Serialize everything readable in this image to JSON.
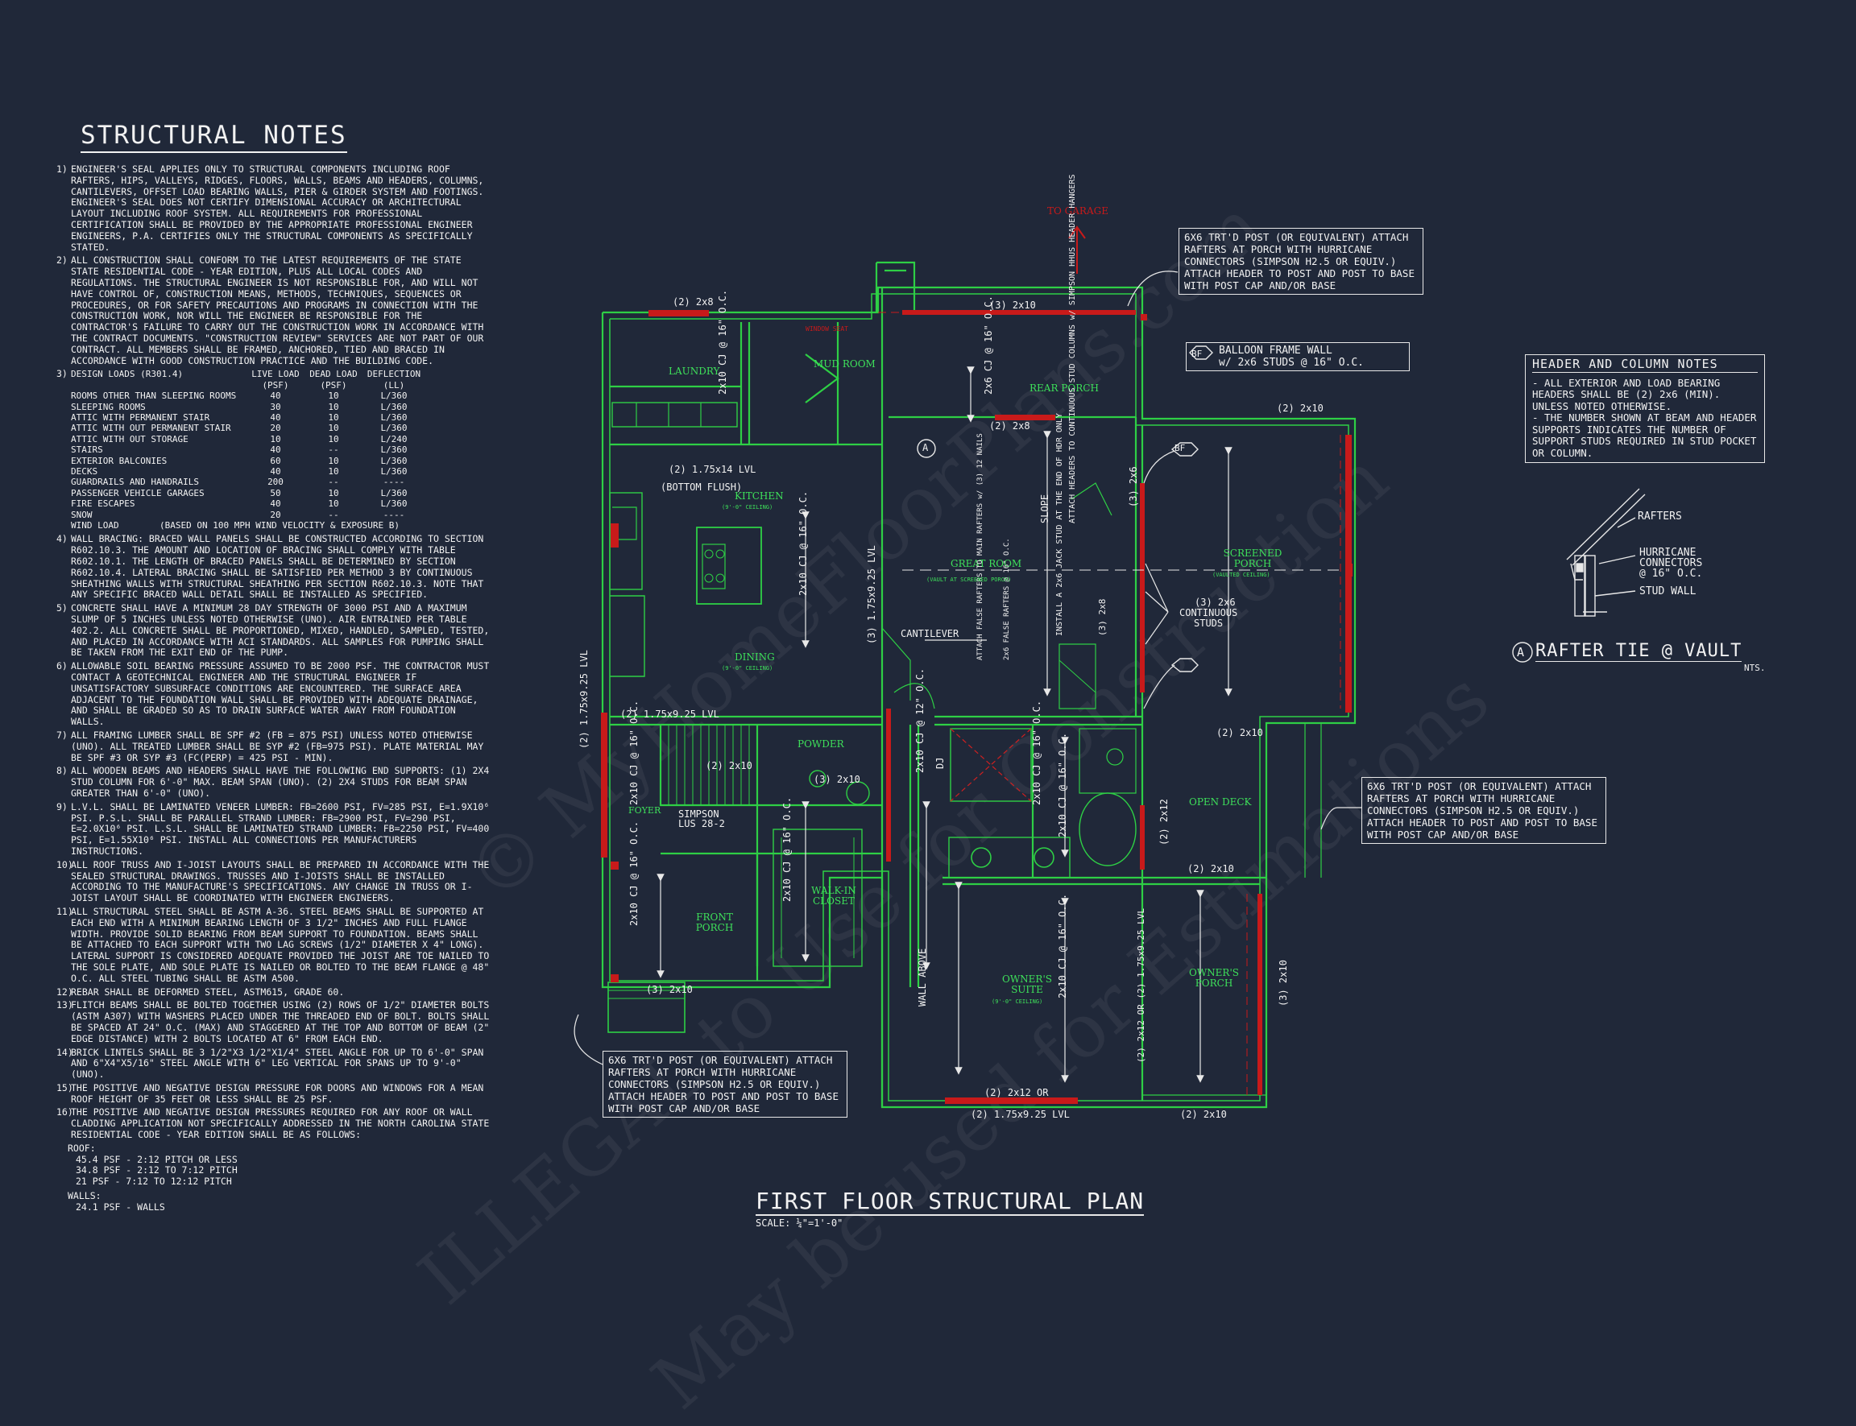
{
  "notes_title": "STRUCTURAL NOTES",
  "notes": [
    {
      "num": "1)",
      "text": "ENGINEER'S SEAL APPLIES ONLY TO STRUCTURAL COMPONENTS INCLUDING ROOF RAFTERS, HIPS, VALLEYS, RIDGES, FLOORS, WALLS, BEAMS AND HEADERS, COLUMNS, CANTILEVERS, OFFSET LOAD BEARING WALLS, PIER & GIRDER SYSTEM AND FOOTINGS. ENGINEER'S SEAL DOES NOT CERTIFY DIMENSIONAL ACCURACY OR ARCHITECTURAL LAYOUT INCLUDING ROOF SYSTEM. ALL REQUIREMENTS FOR PROFESSIONAL CERTIFICATION SHALL BE PROVIDED BY THE APPROPRIATE PROFESSIONAL ENGINEER ENGINEERS, P.A. CERTIFIES ONLY THE STRUCTURAL COMPONENTS AS SPECIFICALLY STATED."
    },
    {
      "num": "2)",
      "text": "ALL CONSTRUCTION SHALL CONFORM TO THE LATEST REQUIREMENTS OF THE STATE STATE RESIDENTIAL CODE - YEAR EDITION, PLUS ALL LOCAL CODES AND REGULATIONS. THE STRUCTURAL ENGINEER IS NOT RESPONSIBLE FOR, AND WILL NOT HAVE CONTROL OF, CONSTRUCTION MEANS, METHODS, TECHNIQUES, SEQUENCES OR PROCEDURES, OR FOR SAFETY PRECAUTIONS AND PROGRAMS IN CONNECTION WITH THE CONSTRUCTION WORK, NOR WILL THE ENGINEER BE RESPONSIBLE FOR THE CONTRACTOR'S FAILURE TO CARRY OUT THE CONSTRUCTION WORK IN ACCORDANCE WITH THE CONTRACT DOCUMENTS. \"CONSTRUCTION REVIEW\" SERVICES ARE NOT PART OF OUR CONTRACT. ALL MEMBERS SHALL BE FRAMED, ANCHORED, TIED AND BRACED IN ACCORDANCE WITH GOOD CONSTRUCTION PRACTICE AND THE BUILDING CODE."
    }
  ],
  "design_loads": {
    "num": "3)",
    "title": "DESIGN LOADS (R301.4)",
    "headers": [
      "LIVE LOAD (PSF)",
      "DEAD LOAD (PSF)",
      "DEFLECTION (LL)"
    ],
    "rows": [
      [
        "ROOMS OTHER THAN SLEEPING ROOMS",
        "40",
        "10",
        "L/360"
      ],
      [
        "SLEEPING ROOMS",
        "30",
        "10",
        "L/360"
      ],
      [
        "ATTIC WITH PERMANENT STAIR",
        "40",
        "10",
        "L/360"
      ],
      [
        "ATTIC WITH OUT PERMANENT STAIR",
        "20",
        "10",
        "L/360"
      ],
      [
        "ATTIC WITH OUT STORAGE",
        "10",
        "10",
        "L/240"
      ],
      [
        "STAIRS",
        "40",
        "--",
        "L/360"
      ],
      [
        "EXTERIOR BALCONIES",
        "60",
        "10",
        "L/360"
      ],
      [
        "DECKS",
        "40",
        "10",
        "L/360"
      ],
      [
        "GUARDRAILS AND HANDRAILS",
        "200",
        "--",
        "----"
      ],
      [
        "PASSENGER VEHICLE GARAGES",
        "50",
        "10",
        "L/360"
      ],
      [
        "FIRE ESCAPES",
        "40",
        "10",
        "L/360"
      ],
      [
        "SNOW",
        "20",
        "--",
        "----"
      ]
    ],
    "wind": "WIND LOAD",
    "wind_val": "(BASED ON 100 MPH WIND VELOCITY & EXPOSURE B)"
  },
  "notes2": [
    {
      "num": "4)",
      "text": "WALL BRACING: BRACED WALL PANELS SHALL BE CONSTRUCTED ACCORDING TO SECTION R602.10.3. THE AMOUNT AND LOCATION OF BRACING SHALL COMPLY WITH TABLE R602.10.1. THE LENGTH OF BRACED PANELS SHALL BE DETERMINED BY SECTION R602.10.4. LATERAL BRACING SHALL BE SATISFIED PER METHOD 3 BY CONTINUOUS SHEATHING WALLS WITH STRUCTURAL SHEATHING PER SECTION R602.10.3. NOTE THAT ANY SPECIFIC BRACED WALL DETAIL SHALL BE INSTALLED AS SPECIFIED."
    },
    {
      "num": "5)",
      "text": "CONCRETE SHALL HAVE A MINIMUM 28 DAY STRENGTH OF 3000 PSI AND A MAXIMUM SLUMP OF 5 INCHES UNLESS NOTED OTHERWISE (UNO). AIR ENTRAINED PER TABLE 402.2. ALL CONCRETE SHALL BE PROPORTIONED, MIXED, HANDLED, SAMPLED, TESTED, AND PLACED IN ACCORDANCE WITH ACI STANDARDS. ALL SAMPLES FOR PUMPING SHALL BE TAKEN FROM THE EXIT END OF THE PUMP."
    },
    {
      "num": "6)",
      "text": "ALLOWABLE SOIL BEARING PRESSURE ASSUMED TO BE 2000 PSF. THE CONTRACTOR MUST CONTACT A GEOTECHNICAL ENGINEER AND THE STRUCTURAL ENGINEER IF UNSATISFACTORY SUBSURFACE CONDITIONS ARE ENCOUNTERED. THE SURFACE AREA ADJACENT TO THE FOUNDATION WALL SHALL BE PROVIDED WITH ADEQUATE DRAINAGE, AND SHALL BE GRADED SO AS TO DRAIN SURFACE WATER AWAY FROM FOUNDATION WALLS."
    },
    {
      "num": "7)",
      "text": "ALL FRAMING LUMBER SHALL BE SPF #2 (Fb = 875 PSI) UNLESS NOTED OTHERWISE (UNO). ALL TREATED LUMBER SHALL BE SYP #2 (Fb=975 PSI). PLATE MATERIAL MAY BE SPF #3 OR SYP #3 (Fc(perp) = 425 PSI - MIN)."
    },
    {
      "num": "8)",
      "text": "ALL WOODEN BEAMS AND HEADERS SHALL HAVE THE FOLLOWING END SUPPORTS: (1) 2x4 STUD COLUMN FOR 6'-0\" MAX. BEAM SPAN (UNO). (2) 2x4 STUDS FOR BEAM SPAN GREATER THAN 6'-0\" (UNO)."
    },
    {
      "num": "9)",
      "text": "L.V.L. SHALL BE LAMINATED VENEER LUMBER: Fb=2600 PSI, Fv=285 PSI, E=1.9x10⁶ PSI. P.S.L. SHALL BE PARALLEL STRAND LUMBER: Fb=2900 PSI, Fv=290 PSI, E=2.0x10⁶ PSI. L.S.L. SHALL BE LAMINATED STRAND LUMBER: Fb=2250 PSI, Fv=400 PSI, E=1.55x10⁶ PSI. INSTALL ALL CONNECTIONS PER MANUFACTURERS INSTRUCTIONS."
    },
    {
      "num": "10)",
      "text": "ALL ROOF TRUSS AND I-JOIST LAYOUTS SHALL BE PREPARED IN ACCORDANCE WITH THE SEALED STRUCTURAL DRAWINGS. TRUSSES AND I-JOISTS SHALL BE INSTALLED ACCORDING TO THE MANUFACTURE'S SPECIFICATIONS. ANY CHANGE IN TRUSS OR I-JOIST LAYOUT SHALL BE COORDINATED WITH ENGINEER ENGINEERS."
    },
    {
      "num": "11)",
      "text": "ALL STRUCTURAL STEEL SHALL BE ASTM A-36. STEEL BEAMS SHALL BE SUPPORTED AT EACH END WITH A MINIMUM BEARING LENGTH OF 3 1/2\" INCHES AND FULL FLANGE WIDTH. PROVIDE SOLID BEARING FROM BEAM SUPPORT TO FOUNDATION. BEAMS SHALL BE ATTACHED TO EACH SUPPORT WITH TWO LAG SCREWS (1/2\" DIAMETER x 4\" LONG). LATERAL SUPPORT IS CONSIDERED ADEQUATE PROVIDED THE JOIST ARE TOE NAILED TO THE SOLE PLATE, AND SOLE PLATE IS NAILED OR BOLTED TO THE BEAM FLANGE @ 48\" O.C. ALL STEEL TUBING SHALL BE ASTM A500."
    },
    {
      "num": "12)",
      "text": "REBAR SHALL BE DEFORMED STEEL, ASTM615, GRADE 60."
    },
    {
      "num": "13)",
      "text": "FLITCH BEAMS SHALL BE BOLTED TOGETHER USING (2) ROWS OF 1/2\" DIAMETER BOLTS (ASTM A307) WITH WASHERS PLACED UNDER THE THREADED END OF BOLT. BOLTS SHALL BE SPACED AT 24\" O.C. (MAX) AND STAGGERED AT THE TOP AND BOTTOM OF BEAM (2\" EDGE DISTANCE) WITH 2 BOLTS LOCATED AT 6\" FROM EACH END."
    },
    {
      "num": "14)",
      "text": "BRICK LINTELS SHALL BE 3 1/2\"x3 1/2\"x1/4\" STEEL ANGLE FOR UP TO 6'-0\" SPAN AND 6\"x4\"x5/16\" STEEL ANGLE WITH 6\" LEG VERTICAL FOR SPANS UP TO 9'-0\" (UNO)."
    },
    {
      "num": "15)",
      "text": "THE POSITIVE AND NEGATIVE DESIGN PRESSURE FOR DOORS AND WINDOWS FOR A MEAN ROOF HEIGHT OF 35 FEET OR LESS SHALL BE 25 PSF."
    },
    {
      "num": "16)",
      "text": "THE POSITIVE AND NEGATIVE DESIGN PRESSURES REQUIRED FOR ANY ROOF OR WALL CLADDING APPLICATION NOT SPECIFICALLY ADDRESSED IN THE NORTH CAROLINA STATE RESIDENTIAL CODE - YEAR EDITION SHALL BE AS FOLLOWS:"
    }
  ],
  "roof_label": "ROOF:",
  "roof_values": [
    "45.4 PSF - 2:12 PITCH OR LESS",
    "34.8 PSF - 2:12 TO 7:12 PITCH",
    "21 PSF - 7:12 TO 12:12 PITCH"
  ],
  "walls_label": "WALLS:",
  "walls_values": [
    "24.1 PSF - WALLS"
  ],
  "plan_title": "FIRST FLOOR STRUCTURAL PLAN",
  "plan_scale": "SCALE: ¼\"=1'-0\"",
  "to_garage": "TO GARAGE",
  "callouts": {
    "top": "6x6 TRT'D POST (OR EQUIVALENT) ATTACH RAFTERS AT PORCH WITH HURRICANE CONNECTORS (SIMPSON H2.5 OR EQUIV.) ATTACH HEADER TO POST AND POST TO BASE WITH POST CAP AND/OR BASE",
    "right": "6x6 TRT'D POST (OR EQUIVALENT) ATTACH RAFTERS AT PORCH WITH HURRICANE CONNECTORS (SIMPSON H2.5 OR EQUIV.) ATTACH HEADER TO POST AND POST TO BASE WITH POST CAP AND/OR BASE",
    "bottom": "6x6 TRT'D POST (OR EQUIVALENT) ATTACH RAFTERS AT PORCH WITH HURRICANE CONNECTORS (SIMPSON H2.5 OR EQUIV.) ATTACH HEADER TO POST AND POST TO BASE WITH POST CAP AND/OR BASE"
  },
  "bf_legend": {
    "symbol": "BF",
    "line1": "BALLOON FRAME WALL",
    "line2": "w/ 2x6 STUDS @ 16\" O.C."
  },
  "header_notes": {
    "title": "HEADER AND COLUMN NOTES",
    "items": [
      "- ALL EXTERIOR AND LOAD BEARING HEADERS SHALL BE (2) 2x6 (MIN). UNLESS NOTED OTHERWISE.",
      "- THE NUMBER SHOWN AT BEAM AND HEADER SUPPORTS INDICATES THE NUMBER OF SUPPORT STUDS REQUIRED IN STUD POCKET OR COLUMN."
    ]
  },
  "rafter_detail": {
    "rafters": "RAFTERS",
    "hurricane1": "HURRICANE",
    "hurricane2": "CONNECTORS",
    "hurricane3": "@ 16\" O.C.",
    "stud": "STUD WALL",
    "marker": "A",
    "title": "RAFTER TIE @ VAULT",
    "nts": "NTS."
  },
  "rooms": [
    {
      "name": "LAUNDRY"
    },
    {
      "name": "MUD ROOM"
    },
    {
      "name": "REAR PORCH"
    },
    {
      "name": "KITCHEN"
    },
    {
      "name": "GREAT ROOM"
    },
    {
      "name": "SCREENED PORCH"
    },
    {
      "name": "DINING"
    },
    {
      "name": "POWDER"
    },
    {
      "name": "FOYER"
    },
    {
      "name": "WALK-IN CLOSET"
    },
    {
      "name": "FRONT PORCH"
    },
    {
      "name": "OWNER'S SUITE"
    },
    {
      "name": "OPEN DECK"
    },
    {
      "name": "OWNER'S PORCH"
    }
  ],
  "plan_labels": {
    "b_2x8_top": "(2) 2x8",
    "window_seat": "WINDOW SEAT",
    "b_3x10_top": "(3) 2x10",
    "b_2x8_rear": "(2) 2x8",
    "b_2x10_right": "(2) 2x10",
    "lvl_kitchen": "(2) 1.75x14 LVL",
    "bottom_flush": "(BOTTOM FLUSH)",
    "kitchen_ceiling": "(9'-0\" CEILING)",
    "dining_ceiling": "(9'-0\" CEILING)",
    "lvl_vertical": "(3) 1.75x9.25 LVL",
    "lvl_left": "(2) 1.75x9.25 LVL",
    "lvl_dining": "(2) 1.75x9.25 LVL",
    "cantilever": "CANTILEVER",
    "simpson": "SIMPSON",
    "simpson_lus": "LUS 28-2",
    "b_2x10_powder": "(2) 2x10",
    "b_3x10_powder": "(3) 2x10",
    "b_3x10_front": "(3) 2x10",
    "b_2x12_bottom": "(2) 2x12 OR",
    "lvl_bottom": "(2) 1.75x9.25 LVL",
    "b_2x10_deck": "(2) 2x10",
    "b_2x10_deck2": "(2) 2x10",
    "b_2x10_porch": "(2) 2x10",
    "b_3x10_porch": "(3) 2x10",
    "b_2x12_v": "(2) 2x12",
    "b_2x12_or_v": "(2) 2x12 OR (2) 1.75x9.25 LVL",
    "b_3x6": "(3) 2x6",
    "b_3x8": "(3) 2x8",
    "b_3x6_cont": "(3) 2x6",
    "continuous": "CONTINUOUS",
    "studs": "STUDS",
    "cj_1": "2x6 CJ @ 16\" O.C.",
    "cj_2": "2x10 CJ @ 16\" O.C.",
    "cj_3": "2x10 CJ @ 16\" O.C.",
    "cj_4": "2x10 CJ @ 12\" O.C.",
    "cj_5": "2x10 CJ @ 16\" O.C.",
    "cj_6": "2x10 CJ @ 16\" O.C.",
    "cj_7": "2x10 CJ @ 16\" O.C.",
    "cj_8": "2x10 CJ @ 16\" O.C.",
    "cj_9": "2x10 CJ @ 16\" O.C.",
    "cj_laundry": "2x10 CJ @ 16\" O.C.",
    "dj": "DJ",
    "wall_above": "WALL ABOVE",
    "slope": "SLOPE",
    "attach_headers": "ATTACH HEADERS TO CONTINUOUS STUD COLUMNS w/ SIMPSON HHUS HEADER HANGERS",
    "install_2x6": "INSTALL A 2x6 JACK STUD AT THE END OF HDR ONLY",
    "attach_false": "ATTACH FALSE RAFTERS TO MAIN RAFTERS w/ (3) 12 NAILS",
    "false_rafters": "2x6 FALSE RAFTERS @ 16\" O.C.",
    "great_sub": "(VAULT AT SCREENED PORCH)",
    "porch_sub": "(VAULTED CEILING)",
    "suite_sub": "(9'-0\" CEILING)",
    "section_a": "A",
    "bf": "BF"
  },
  "watermark": {
    "line1": "© MyHomeFloorPlans.com",
    "line2": "ILLEGAL to Use for Construction",
    "line3": "May be used for Estimations"
  }
}
